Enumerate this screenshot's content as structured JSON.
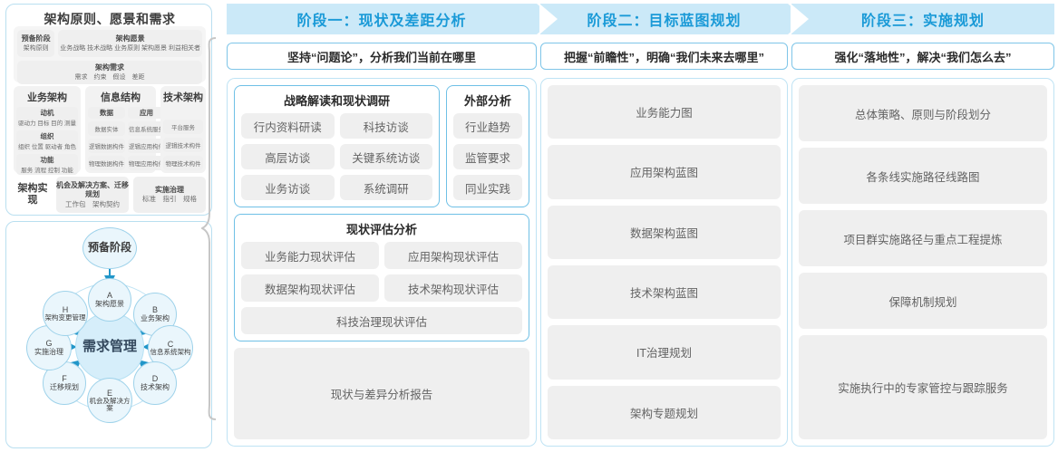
{
  "left_column": {
    "framework_panel": {
      "title": "架构原则、愿景和需求",
      "requirement_band": {
        "prep": {
          "title": "预备阶段",
          "items": "架构原则"
        },
        "vision": {
          "title": "架构愿景",
          "items": "业务战略 技术战略 业务原则 架构愿景 利益相关者"
        },
        "arch_req": {
          "title": "架构需求",
          "items": "需求　约束　假设　差距"
        }
      },
      "pillars": [
        {
          "title": "业务架构",
          "columns": [
            [
              {
                "title": "动机",
                "items": "驱动力 目标 目的 测量"
              },
              {
                "title": "组织",
                "items": "组织 位置 驱动者 角色"
              },
              {
                "title": "功能",
                "items": "服务 流程 控制 功能"
              }
            ]
          ]
        },
        {
          "title": "信息结构",
          "columns": [
            [
              {
                "title": "数据",
                "items": ""
              },
              {
                "title": "数据实体",
                "items": ""
              },
              {
                "title": "逻辑数据构件",
                "items": ""
              },
              {
                "title": "物理数据构件",
                "items": ""
              }
            ],
            [
              {
                "title": "应用",
                "items": ""
              },
              {
                "title": "信息系统服务",
                "items": ""
              },
              {
                "title": "逻辑应用构件",
                "items": ""
              },
              {
                "title": "物理应用构件",
                "items": ""
              }
            ]
          ]
        },
        {
          "title": "技术架构",
          "columns": [
            [
              {
                "title": "平台服务",
                "items": ""
              },
              {
                "title": "逻辑技术构件",
                "items": ""
              },
              {
                "title": "物理技术构件",
                "items": ""
              }
            ]
          ]
        }
      ],
      "implementation_band": {
        "label": "架构实现",
        "boxes": [
          {
            "title": "机会及解决方案、迁移规划",
            "items": "工作包　架构契约"
          },
          {
            "title": "实施治理",
            "items": "标准　指引　规格"
          }
        ]
      }
    },
    "adm_wheel": {
      "center": "需求管理",
      "prep": "预备阶段",
      "nodes": [
        {
          "key": "A",
          "name": "架构愿景"
        },
        {
          "key": "B",
          "name": "业务架构"
        },
        {
          "key": "C",
          "name": "信息系统架构"
        },
        {
          "key": "D",
          "name": "技术架构"
        },
        {
          "key": "E",
          "name": "机会及解决方案"
        },
        {
          "key": "F",
          "name": "迁移规划"
        },
        {
          "key": "G",
          "name": "实施治理"
        },
        {
          "key": "H",
          "name": "架构变更管理"
        }
      ]
    }
  },
  "phases": [
    {
      "banner": "阶段一：现状及差距分析",
      "subtitle": "坚持“问题论”，分析我们当前在哪里",
      "cards": [
        {
          "title": "战略解读和现状调研",
          "items": [
            "行内资料研读",
            "科技访谈",
            "高层访谈",
            "关键系统访谈",
            "业务访谈",
            "系统调研"
          ]
        },
        {
          "title": "外部分析",
          "items": [
            "行业趋势",
            "监管要求",
            "同业实践"
          ]
        },
        {
          "title": "现状评估分析",
          "items": [
            "业务能力现状评估",
            "应用架构现状评估",
            "数据架构现状评估",
            "技术架构现状评估",
            "科技治理现状评估"
          ]
        }
      ],
      "output": "现状与差异分析报告"
    },
    {
      "banner": "阶段二：目标蓝图规划",
      "subtitle": "把握“前瞻性”，明确“我们未来去哪里”",
      "items": [
        "业务能力图",
        "应用架构蓝图",
        "数据架构蓝图",
        "技术架构蓝图",
        "IT治理规划",
        "架构专题规划"
      ]
    },
    {
      "banner": "阶段三：实施规划",
      "subtitle": "强化“落地性”，解决“我们怎么去”",
      "items": [
        "总体策略、原则与阶段划分",
        "各条线实施路径线路图",
        "项目群实施路径与重点工程提炼",
        "保障机制规划",
        "实施执行中的专家管控与跟踪服务"
      ]
    }
  ],
  "colors": {
    "banner_bg": "#cbe9f8",
    "banner_text": "#1a9ad7",
    "card_border": "#6fc0e6",
    "panel_border": "#bfe3f4",
    "chip_bg": "#efefef",
    "node_fill": "#eaf6fc",
    "node_border": "#9ed2ea",
    "center_fill": "#d6eefa",
    "brace": "#c6c6c6"
  }
}
